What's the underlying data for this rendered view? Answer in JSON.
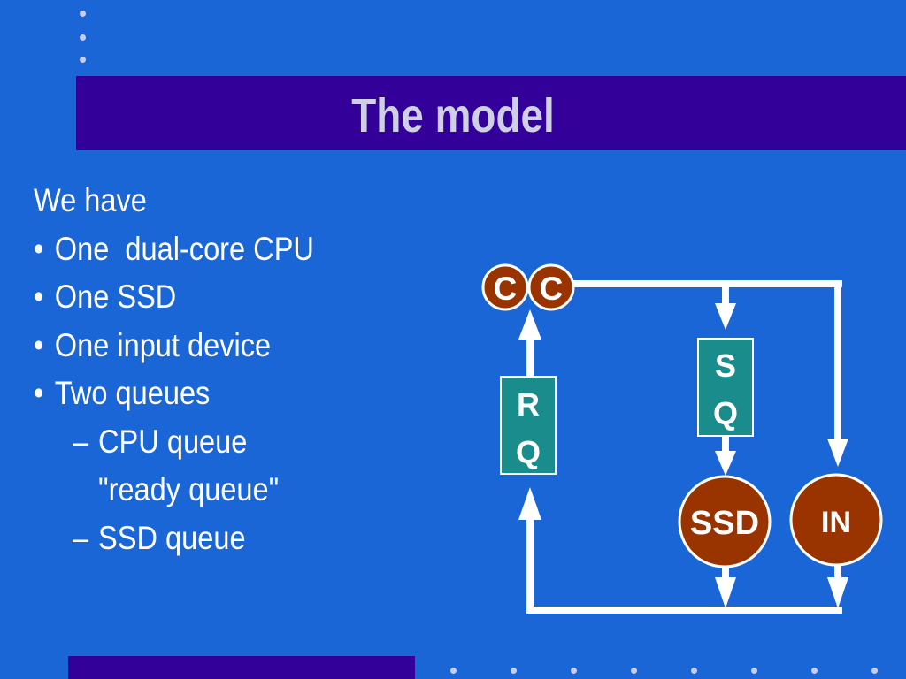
{
  "slide": {
    "title": "The model",
    "intro": "We have",
    "bullets": [
      "One  dual-core CPU",
      "One SSD",
      "One input device",
      "Two queues"
    ],
    "sub_bullets": [
      "CPU queue",
      "\"ready queue\"",
      "SSD queue"
    ],
    "bullet_glyph": "•",
    "dash_glyph": "–"
  },
  "diagram": {
    "cpu_core_1": "C",
    "cpu_core_2": "C",
    "ready_queue_line1": "R",
    "ready_queue_line2": "Q",
    "ssd_queue_line1": "S",
    "ssd_queue_line2": "Q",
    "ssd": "SSD",
    "input_device": "IN"
  },
  "colors": {
    "background": "#1a66d6",
    "band": "#330099",
    "title_text": "#cfcfe6",
    "node_fill": "#993300",
    "queue_fill": "#1a8c8c",
    "line": "#ffffff"
  }
}
